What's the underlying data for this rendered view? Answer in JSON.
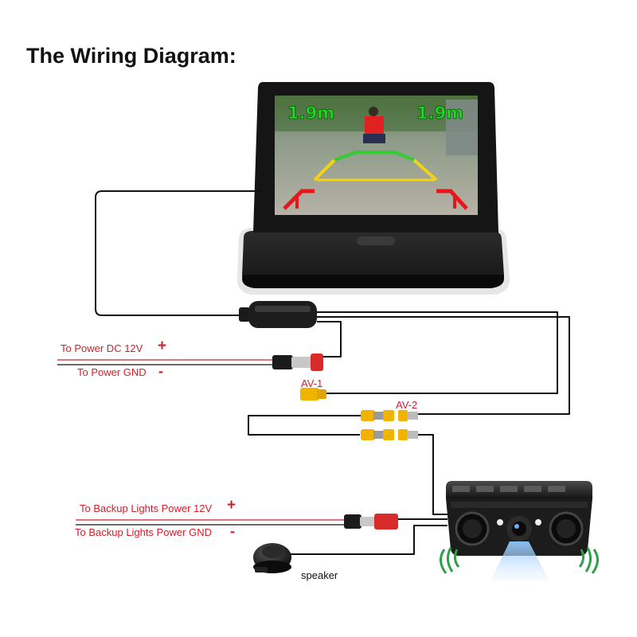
{
  "title": "The Wiring Diagram:",
  "monitor": {
    "distance_left": "1.9m",
    "distance_right": "1.9m"
  },
  "connections": {
    "power_12v": {
      "label": "To Power DC 12V",
      "sign": "+"
    },
    "power_gnd": {
      "label": "To Power GND",
      "sign": "-"
    },
    "av1": "AV-1",
    "av2": "AV-2",
    "backup_12v": {
      "label": "To Backup Lights Power 12V",
      "sign": "+"
    },
    "backup_gnd": {
      "label": "To Backup Lights Power GND",
      "sign": "-"
    },
    "speaker": "speaker"
  },
  "colors": {
    "wire": "#111111",
    "wire_red": "#d0202a",
    "rca_yellow": "#f0b400",
    "parking_red": "#e8161b",
    "parking_yellow": "#f2d21a",
    "parking_green": "#33cc33",
    "sensor_wave": "#2ea04a",
    "led_beam": "#5fb0ff"
  }
}
